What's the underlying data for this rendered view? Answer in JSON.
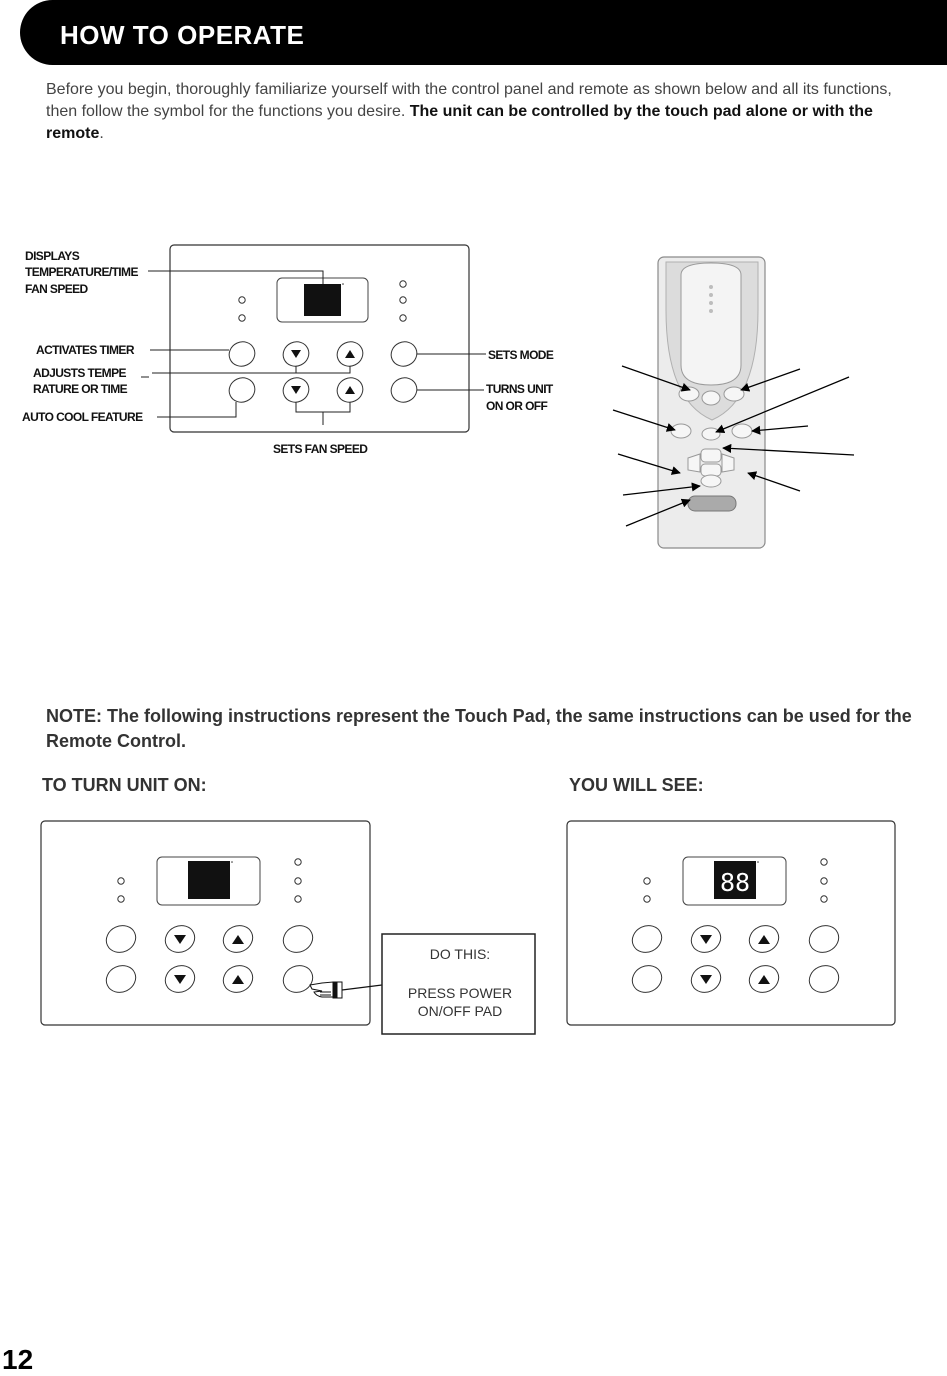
{
  "header": {
    "title": "HOW TO OPERATE"
  },
  "intro": {
    "text": "Before you begin, thoroughly familiarize yourself with the control panel and remote as shown below and all its functions, then follow the symbol for the functions you desire. ",
    "bold": "The unit can be controlled by the touch pad alone or with the remote",
    "end": "."
  },
  "panel_labels": {
    "display_1": "DISPLAYS",
    "display_2": "TEMPERATURE/TIME",
    "display_3": "FAN SPEED",
    "timer": "ACTIVATES  TIMER",
    "adjust_1": "ADJUSTS  TEMPE",
    "adjust_2": "RATURE OR TIME",
    "auto_cool": "AUTO COOL FEATURE",
    "fan_speed": "SETS FAN SPEED",
    "mode": "SETS MODE",
    "power_1": "TURNS UNIT",
    "power_2": "ON OR OFF"
  },
  "note": "NOTE: The following instructions represent the Touch Pad, the same instructions can be used for the Remote Control.",
  "turn_on": {
    "heading": "TO TURN UNIT ON:",
    "result_heading": "YOU WILL SEE:",
    "do_this_title": "DO THIS:",
    "do_this_line1": "PRESS POWER",
    "do_this_line2": "ON/OFF PAD",
    "display_value": "88"
  },
  "page_number": "12"
}
